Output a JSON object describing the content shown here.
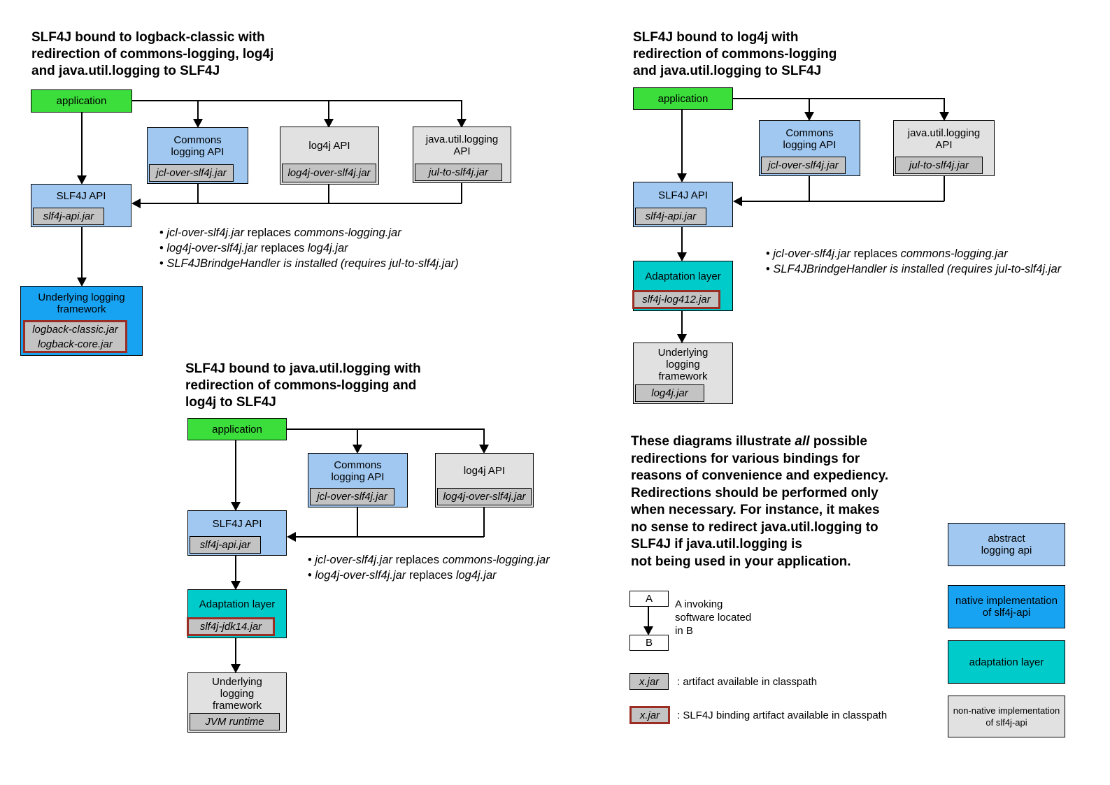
{
  "colors": {
    "green": "#3BDE3B",
    "light_blue": "#A0C8F1",
    "bright_blue": "#18A2F2",
    "teal": "#00CBCB",
    "light_gray": "#E1E1E1",
    "jar_gray": "#C3C3C3",
    "binding_red": "#9A2E24"
  },
  "diagrams": {
    "logback": {
      "title": "SLF4J bound to logback-classic with\nredirection of commons-logging, log4j\nand java.util.logging to SLF4J",
      "app": "application",
      "commons": {
        "label": "Commons\nlogging API",
        "jar": "jcl-over-slf4j.jar"
      },
      "log4j": {
        "label": "log4j API",
        "jar": "log4j-over-slf4j.jar"
      },
      "jul": {
        "label": "java.util.logging\nAPI",
        "jar": "jul-to-slf4j.jar"
      },
      "slf4j": {
        "label": "SLF4J API",
        "jar": "slf4j-api.jar"
      },
      "underlying": {
        "label": "Underlying logging\nframework",
        "jar": "logback-classic.jar\nlogback-core.jar"
      },
      "bullets": [
        [
          {
            "t": "• ",
            "i": false
          },
          {
            "t": "jcl-over-slf4j.jar",
            "i": true
          },
          {
            "t": " replaces ",
            "i": false
          },
          {
            "t": "commons-logging.jar",
            "i": true
          }
        ],
        [
          {
            "t": "• ",
            "i": false
          },
          {
            "t": "log4j-over-slf4j.jar",
            "i": true
          },
          {
            "t": " replaces ",
            "i": false
          },
          {
            "t": "log4j.jar",
            "i": true
          }
        ],
        [
          {
            "t": "• ",
            "i": false
          },
          {
            "t": "SLF4JBrindgeHandler is installed (requires jul-to-slf4j.jar)",
            "i": true
          }
        ]
      ]
    },
    "log4j_binding": {
      "title": "SLF4J bound to log4j with\nredirection of commons-logging\nand java.util.logging to SLF4J",
      "app": "application",
      "commons": {
        "label": "Commons\nlogging API",
        "jar": "jcl-over-slf4j.jar"
      },
      "jul": {
        "label": "java.util.logging\nAPI",
        "jar": "jul-to-slf4j.jar"
      },
      "slf4j": {
        "label": "SLF4J API",
        "jar": "slf4j-api.jar"
      },
      "adaptation": {
        "label": "Adaptation layer",
        "jar": "slf4j-log412.jar"
      },
      "underlying": {
        "label": "Underlying\nlogging\nframework",
        "jar": "log4j.jar"
      },
      "bullets": [
        [
          {
            "t": "• ",
            "i": false
          },
          {
            "t": "jcl-over-slf4j.jar",
            "i": true
          },
          {
            "t": " replaces ",
            "i": false
          },
          {
            "t": "commons-logging.jar",
            "i": true
          }
        ],
        [
          {
            "t": "• ",
            "i": false
          },
          {
            "t": "SLF4JBrindgeHandler is installed (requires jul-to-slf4j.jar",
            "i": true
          }
        ]
      ]
    },
    "jul_binding": {
      "title": "SLF4J bound to java.util.logging with\nredirection of commons-logging and\nlog4j to SLF4J",
      "app": "application",
      "commons": {
        "label": "Commons\nlogging API",
        "jar": "jcl-over-slf4j.jar"
      },
      "log4j": {
        "label": "log4j API",
        "jar": "log4j-over-slf4j.jar"
      },
      "slf4j": {
        "label": "SLF4J API",
        "jar": "slf4j-api.jar"
      },
      "adaptation": {
        "label": "Adaptation layer",
        "jar": "slf4j-jdk14.jar"
      },
      "underlying": {
        "label": "Underlying\nlogging\nframework",
        "jar": "JVM runtime"
      },
      "bullets": [
        [
          {
            "t": "• ",
            "i": false
          },
          {
            "t": "jcl-over-slf4j.jar",
            "i": true
          },
          {
            "t": " replaces ",
            "i": false
          },
          {
            "t": "commons-logging.jar",
            "i": true
          }
        ],
        [
          {
            "t": "• ",
            "i": false
          },
          {
            "t": "log4j-over-slf4j.jar",
            "i": true
          },
          {
            "t": " replaces ",
            "i": false
          },
          {
            "t": "log4j.jar",
            "i": true
          }
        ]
      ]
    }
  },
  "note_lines": [
    [
      {
        "t": "These diagrams illustrate ",
        "i": false
      },
      {
        "t": "all",
        "i": true
      },
      {
        "t": " possible",
        "i": false
      }
    ],
    [
      {
        "t": "redirections for various bindings for",
        "i": false
      }
    ],
    [
      {
        "t": "reasons of convenience and expediency.",
        "i": false
      }
    ],
    [
      {
        "t": "Redirections should be performed only",
        "i": false
      }
    ],
    [
      {
        "t": "when necessary. For instance, it makes",
        "i": false
      }
    ],
    [
      {
        "t": "no sense to redirect java.util.logging to",
        "i": false
      }
    ],
    [
      {
        "t": "SLF4J if java.util.logging is",
        "i": false
      }
    ],
    [
      {
        "t": "not being used in your application.",
        "i": false
      }
    ]
  ],
  "legend": {
    "a_label": "A",
    "b_label": "B",
    "ab_caption": "A invoking\nsoftware located\nin B",
    "jar_plain": {
      "label": "x.jar",
      "caption": ": artifact available in classpath"
    },
    "jar_binding": {
      "label": "x.jar",
      "caption": ": SLF4J binding artifact available in classpath"
    },
    "color_boxes": [
      {
        "label": "abstract\nlogging api"
      },
      {
        "label": "native implementation\nof slf4j-api"
      },
      {
        "label": "adaptation layer"
      },
      {
        "label": "non-native implementation\nof slf4j-api"
      }
    ]
  }
}
